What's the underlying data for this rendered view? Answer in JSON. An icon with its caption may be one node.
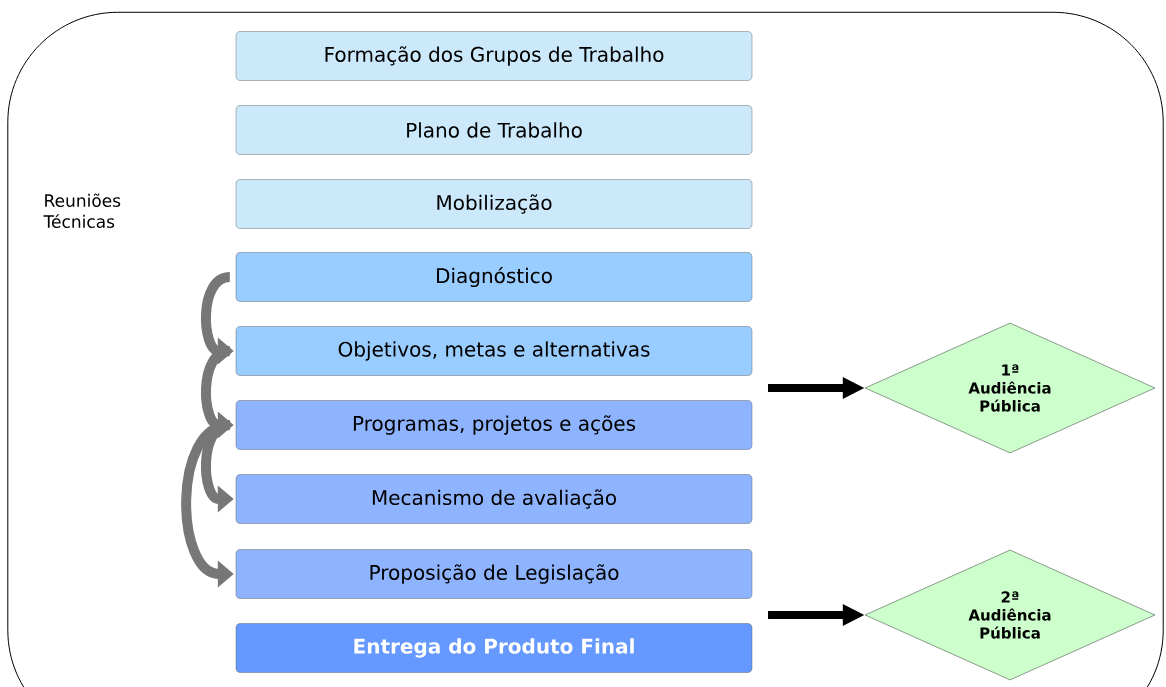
{
  "diagram": {
    "nodes": [
      {
        "text": [],
        "shape": "box"
      },
      {
        "text": [
          "Formação dos Grupos de Trabalho"
        ],
        "in": 0
      },
      {
        "text": [
          "Plano de Trabalho"
        ],
        "in": 0
      },
      {
        "text": [
          "Mobilização"
        ],
        "in": 0
      },
      {
        "text": [
          "Diagnóstico"
        ],
        "in": 0
      },
      {
        "text": [
          "Objetivos, metas e alternativas"
        ],
        "in": 0
      },
      {
        "text": [
          "Programas, projetos e ações"
        ],
        "in": 0
      },
      {
        "text": [
          "Mecanismo de avaliação"
        ],
        "in": 0
      },
      {
        "text": [
          "Proposição de Legislação"
        ],
        "in": 0
      },
      {
        "text": [
          "Entrega do Produto Final"
        ],
        "in": 0
      },
      {
        "text": [
          "1ª Audiência Pública"
        ],
        "in": 0
      },
      {
        "text": [
          "2ª Audiência Pública"
        ],
        "in": 0
      }
    ],
    "edges": [
      {
        "from": 4,
        "to": 5,
        "arrow": "to"
      },
      {
        "from": 5,
        "to": 6,
        "arrow": "to"
      },
      {
        "from": 6,
        "to": 7,
        "arrow": "to"
      },
      {
        "from": 6,
        "to": 8,
        "arrow": "to"
      },
      {
        "from": null,
        "to": 10,
        "arrow": "to",
        "color": "#000000"
      },
      {
        "from": null,
        "to": 11,
        "arrow": "to",
        "color": "#000000"
      }
    ],
    "labels": [
      "Reuniões Técnicas"
    ]
  }
}
